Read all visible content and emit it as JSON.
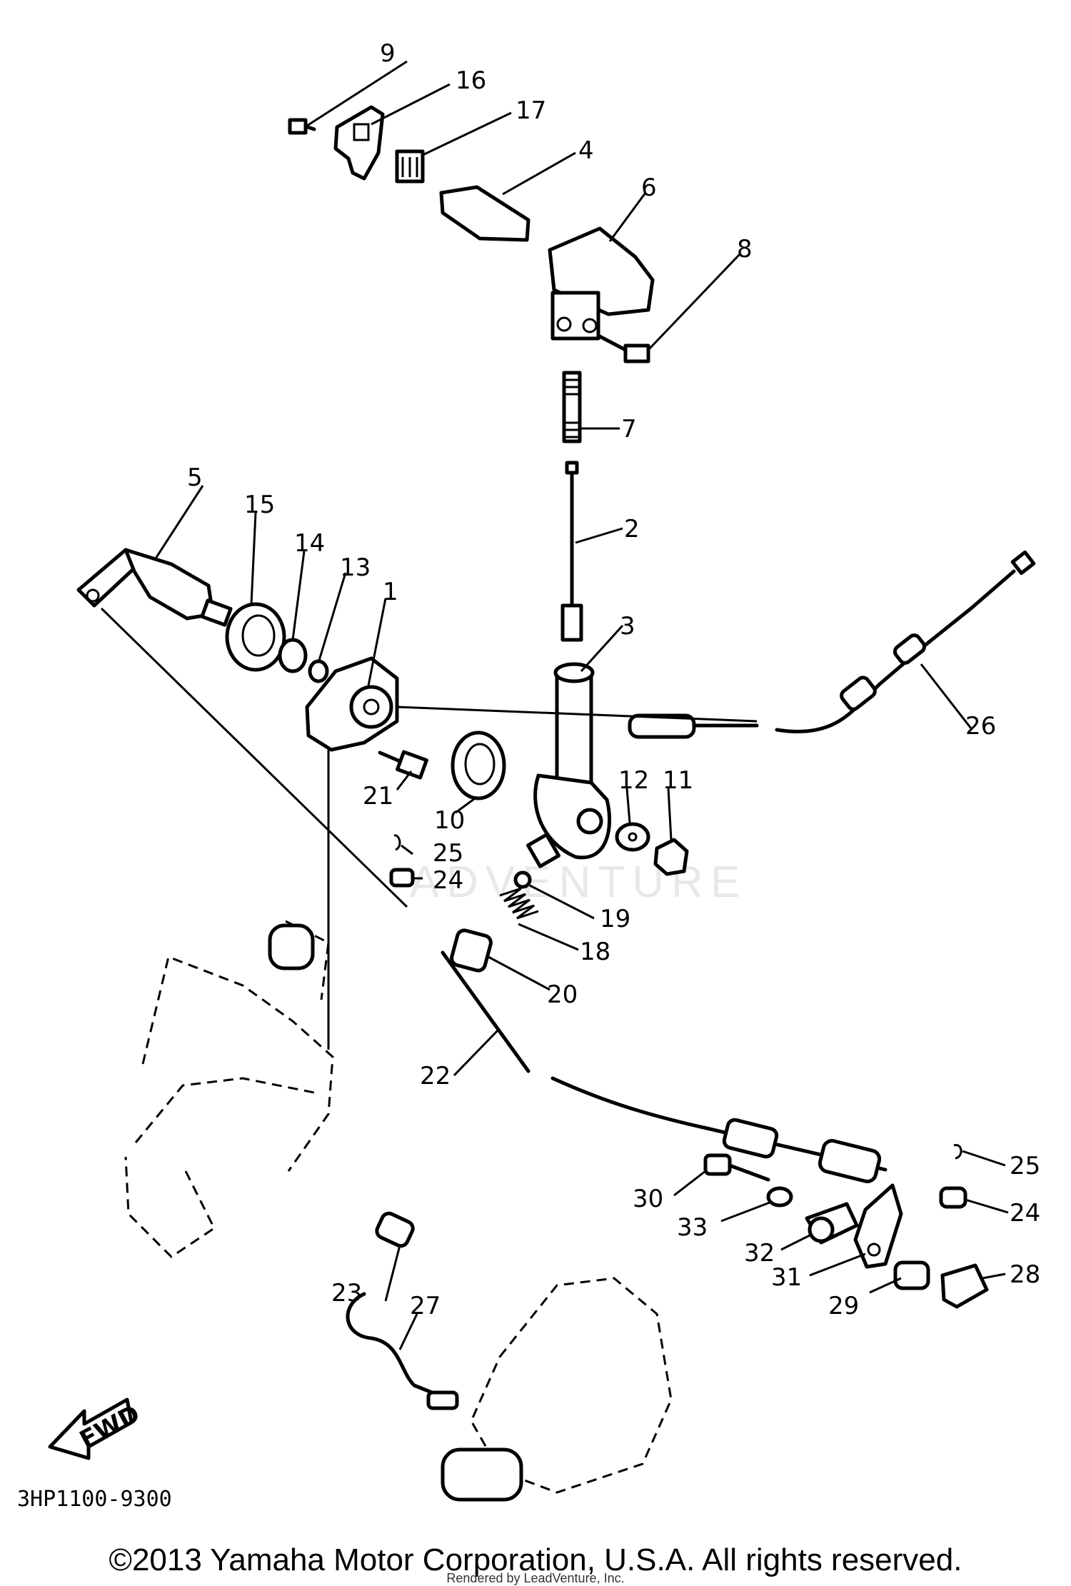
{
  "diagram": {
    "drawing_code": "3HP1100-9300",
    "fwd_label": "FWD",
    "watermark": "ADVENTURE",
    "copyright": "©2013 Yamaha Motor Corporation, U.S.A. All rights reserved.",
    "rendered_by": "Rendered by LeadVenture, Inc.",
    "callouts": [
      "1",
      "2",
      "3",
      "4",
      "5",
      "6",
      "7",
      "8",
      "9",
      "10",
      "11",
      "12",
      "13",
      "14",
      "15",
      "16",
      "17",
      "18",
      "19",
      "20",
      "21",
      "22",
      "23",
      "24",
      "25",
      "26",
      "27",
      "28",
      "29",
      "30",
      "31",
      "32",
      "33",
      "24",
      "25"
    ]
  }
}
